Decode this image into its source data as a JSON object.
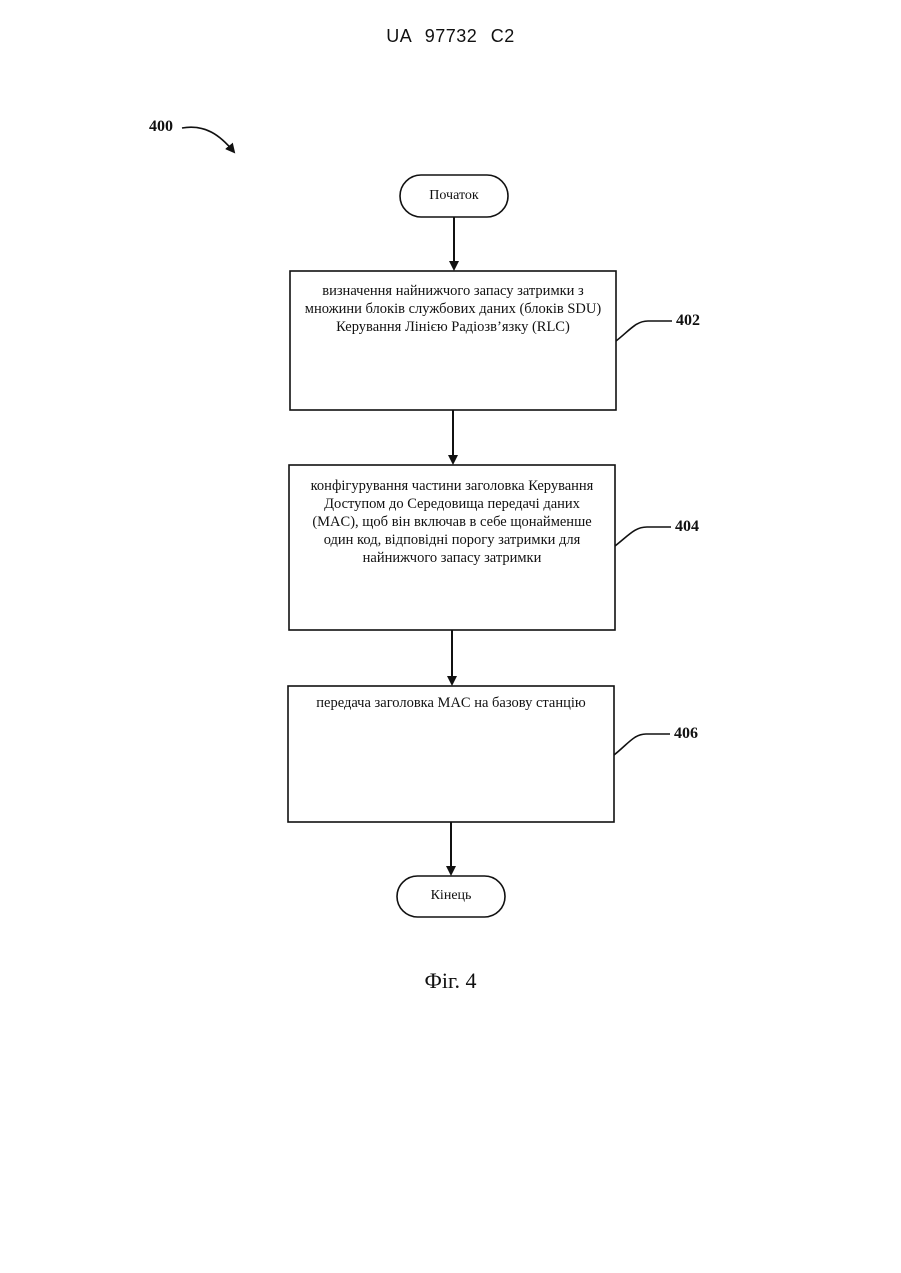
{
  "header": {
    "patent_number": "UA  97732  C2"
  },
  "figure": {
    "ref_label": "400",
    "caption": "Фіг. 4"
  },
  "flowchart": {
    "start_label": "Початок",
    "end_label": "Кінець",
    "steps": [
      {
        "ref": "402",
        "text": "визначення найнижчого запасу затримки з множини блоків службових даних (блоків SDU) Керування Лінією Радіозв’язку (RLC)"
      },
      {
        "ref": "404",
        "text": "конфігурування частини заголовка Керування Доступом до Середовища передачі даних (MAC), щоб він включав в себе щонайменше один код, відповідні порогу затримки для найнижчого запасу затримки"
      },
      {
        "ref": "406",
        "text": "передача заголовка MAC на базову станцію"
      }
    ]
  }
}
